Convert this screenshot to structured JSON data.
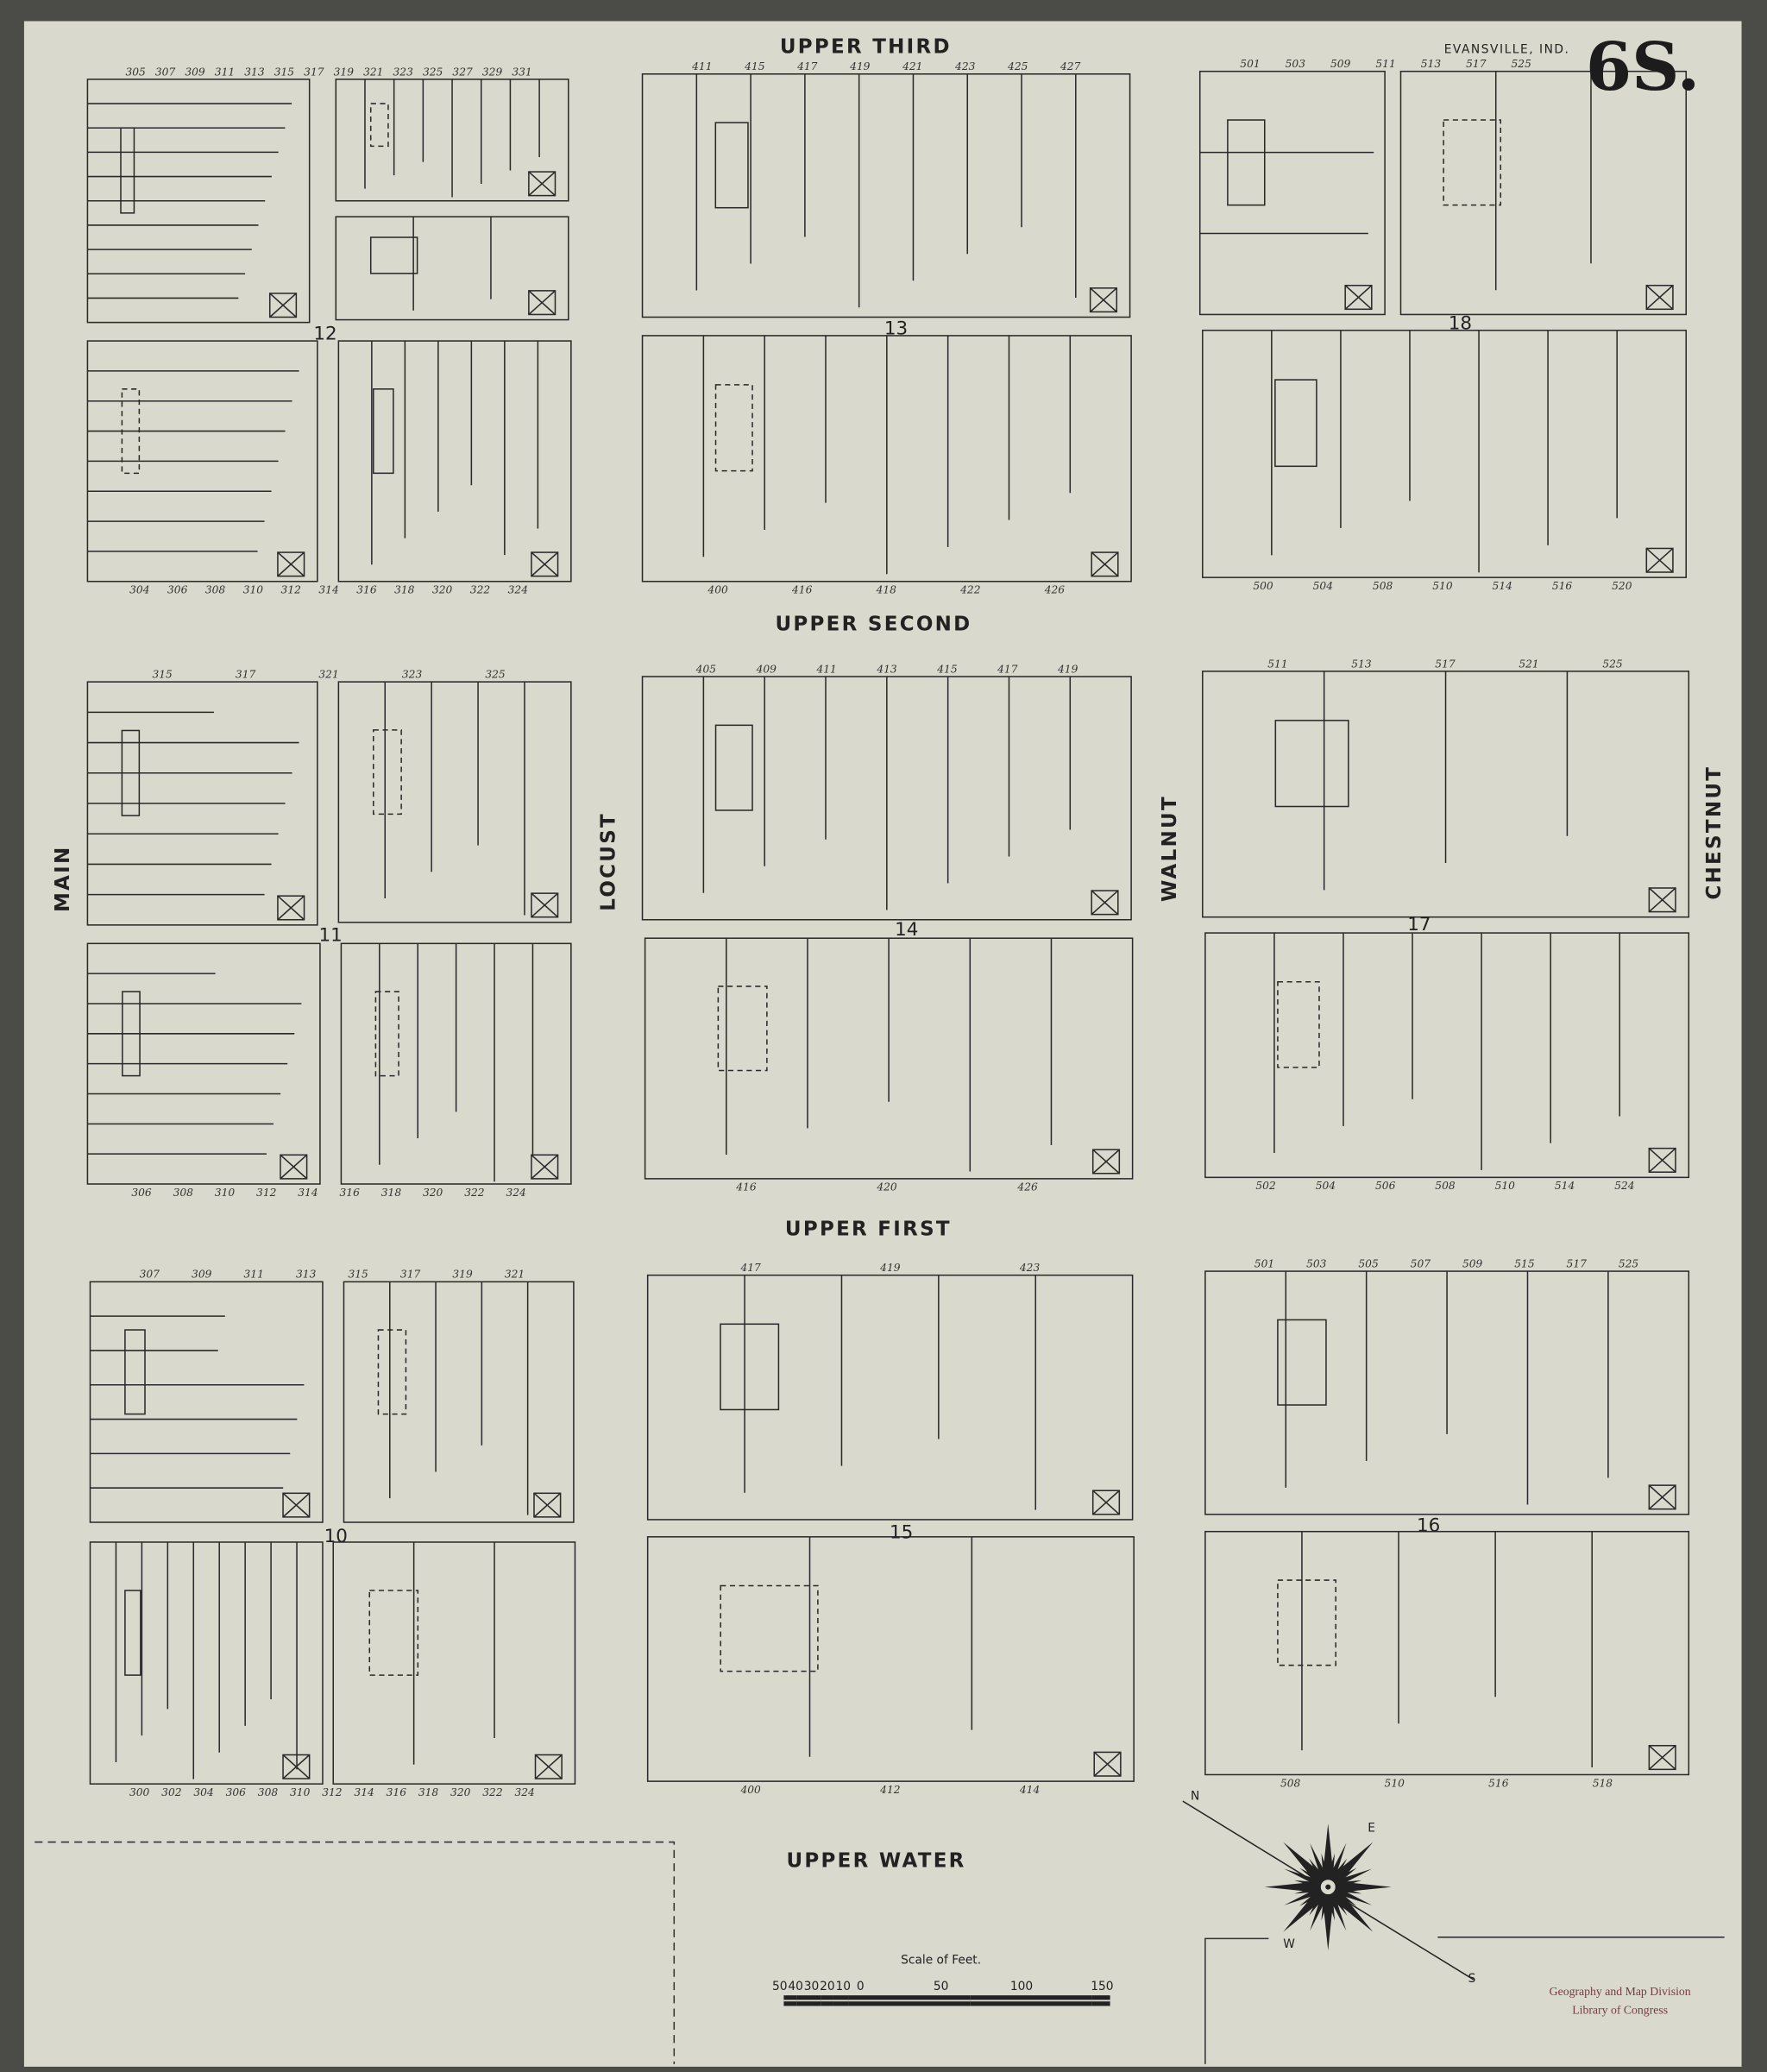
{
  "header": {
    "city": "EVANSVILLE, IND.",
    "sheet": "6S."
  },
  "streets": {
    "upper_third": "UPPER THIRD",
    "upper_second": "UPPER SECOND",
    "upper_first": "UPPER FIRST",
    "upper_water": "UPPER WATER",
    "main": "MAIN",
    "locust": "LOCUST",
    "walnut": "WALNUT",
    "chestnut": "CHESTNUT"
  },
  "blocks": {
    "b12": {
      "number": "12",
      "top_numbers": [
        "305",
        "307",
        "309",
        "311",
        "313",
        "315",
        "317",
        "319",
        "321",
        "323",
        "325",
        "327",
        "329",
        "331"
      ],
      "bottom_numbers": [
        "304",
        "306",
        "308",
        "310",
        "312",
        "314",
        "316",
        "318",
        "320",
        "322",
        "324"
      ]
    },
    "b13": {
      "number": "13",
      "top_numbers": [
        "411",
        "415",
        "417",
        "419",
        "421",
        "423",
        "425",
        "427"
      ],
      "bottom_numbers": [
        "400",
        "416",
        "418",
        "422",
        "426"
      ]
    },
    "b18": {
      "number": "18",
      "top_numbers": [
        "501",
        "503",
        "509",
        "511",
        "513",
        "517",
        "525"
      ],
      "bottom_numbers": [
        "500",
        "504",
        "508",
        "510",
        "514",
        "516",
        "520"
      ]
    },
    "b11": {
      "number": "11",
      "top_numbers": [
        "315",
        "317",
        "321",
        "323",
        "325"
      ],
      "bottom_numbers": [
        "306",
        "308",
        "310",
        "312",
        "314",
        "316",
        "318",
        "320",
        "322",
        "324"
      ]
    },
    "b14": {
      "number": "14",
      "top_numbers": [
        "405",
        "409",
        "411",
        "413",
        "415",
        "417",
        "419"
      ],
      "bottom_numbers": [
        "416",
        "420",
        "426"
      ]
    },
    "b17": {
      "number": "17",
      "top_numbers": [
        "511",
        "513",
        "517",
        "521",
        "525"
      ],
      "bottom_numbers": [
        "502",
        "504",
        "506",
        "508",
        "510",
        "514",
        "524"
      ]
    },
    "b10": {
      "number": "10",
      "top_numbers": [
        "307",
        "309",
        "311",
        "313",
        "315",
        "317",
        "319",
        "321"
      ],
      "bottom_numbers": [
        "300",
        "302",
        "304",
        "306",
        "308",
        "310",
        "312",
        "314",
        "316",
        "318",
        "320",
        "322",
        "324"
      ]
    },
    "b15": {
      "number": "15",
      "top_numbers": [
        "417",
        "419",
        "423"
      ],
      "bottom_numbers": [
        "400",
        "412",
        "414"
      ]
    },
    "b16": {
      "number": "16",
      "top_numbers": [
        "501",
        "503",
        "505",
        "507",
        "509",
        "515",
        "517",
        "525"
      ],
      "bottom_numbers": [
        "508",
        "510",
        "516",
        "518"
      ]
    }
  },
  "scale": {
    "title": "Scale of Feet.",
    "ticks": [
      "50",
      "40",
      "30",
      "20",
      "10",
      "0",
      "50",
      "100",
      "150"
    ]
  },
  "stamp": {
    "line1": "Geography and Map Division",
    "line2": "Library of Congress"
  },
  "compass": {
    "n": "N",
    "e": "E",
    "w": "W",
    "s": "S"
  },
  "colors": {
    "paper": "#d9d9cd",
    "ink": "#222222",
    "board": "#4b4b48",
    "stamp": "#7a3a45"
  }
}
